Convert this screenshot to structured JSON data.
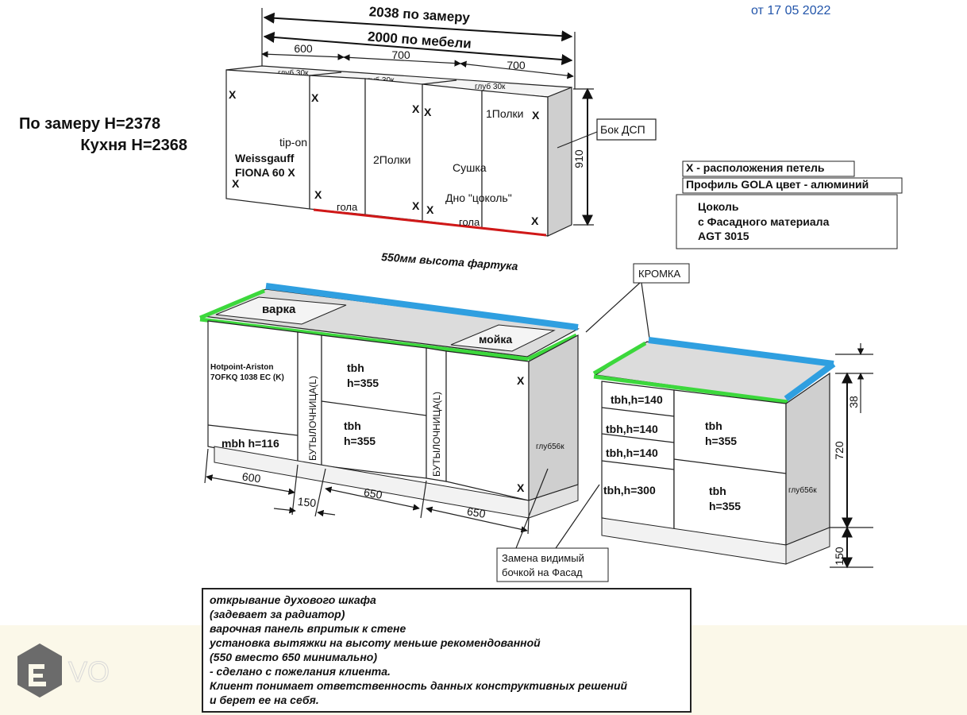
{
  "header": {
    "date": "от 17 05 2022"
  },
  "heights": {
    "measure": "По замеру Н=2378",
    "kitchen": "Кухня Н=2368"
  },
  "top": {
    "dim_total_measure": "2038 по замеру",
    "dim_total_furniture": "2000 по мебели",
    "dim_a": "600",
    "dim_b": "700",
    "dim_c": "700",
    "depth_a": "глуб 30к",
    "depth_b": "глуб 30к",
    "depth_c": "глуб 30к",
    "height": "910",
    "side_label": "Бок ДСП",
    "x": "X",
    "cab1_l1": "Weissgauff",
    "cab1_l2": "FIONA 60 X",
    "tipon": "tip-on",
    "shelves2": "2Полки",
    "dryer": "Сушка",
    "bottom": "Дно \"цоколь\"",
    "shelves1": "1Полки",
    "gola1": "гола",
    "gola2": "гола"
  },
  "legend": {
    "hinges": "X - расположения петель",
    "profile": "Профиль GOLA цвет - алюминий",
    "plinth_l1": "Цоколь",
    "plinth_l2": "с Фасадного материала",
    "plinth_l3": "AGT 3015"
  },
  "apron": "550мм высота фартука",
  "edge": "КРОМКА",
  "bottom_left": {
    "hob": "варка",
    "sink": "мойка",
    "oven_l1": "Hotpoint-Ariston",
    "oven_l2": "7OFKQ 1038 EC (K)",
    "mbh": "mbh h=116",
    "bottle1": "БУТЫЛОЧНИЦА(L)",
    "bottle2": "БУТЫЛОЧНИЦА(L)",
    "tbh1_l1": "tbh",
    "tbh1_l2": "h=355",
    "tbh2_l1": "tbh",
    "tbh2_l2": "h=355",
    "depth": "глуб56к",
    "dim_a": "600",
    "dim_b": "150",
    "dim_c": "650",
    "dim_d": "650"
  },
  "bottom_right": {
    "d1": "tbh,h=140",
    "d2": "tbh,h=140",
    "d3": "tbh,h=140",
    "d4": "tbh,h=300",
    "tbh1_l1": "tbh",
    "tbh1_l2": "h=355",
    "tbh2_l1": "tbh",
    "tbh2_l2": "h=355",
    "depth": "глуб56к",
    "dim_top": "38",
    "dim_mid": "720",
    "dim_bot": "150"
  },
  "replace_note": {
    "l1": "Замена видимый",
    "l2": "бочкой на Фасад"
  },
  "note": {
    "l1": "открывание духового шкафа",
    "l2": "(задевает за радиатор)",
    "l3": "варочная панель впритык к стене",
    "l4": "установка вытяжки на высоту меньше рекомендованной",
    "l5": "(550 вместо 650 минимально)",
    "l6": "- сделано с пожелания клиента.",
    "l7": "Клиент понимает ответственность данных конструктивных решений",
    "l8": "и берет ее на себя."
  },
  "logo": {
    "text": "VO"
  },
  "colors": {
    "gola": "#d01818",
    "edge_green": "#3cd83c",
    "edge_blue": "#2f9fe0",
    "footer_band": "#fbf8e9",
    "date": "#2255aa"
  }
}
